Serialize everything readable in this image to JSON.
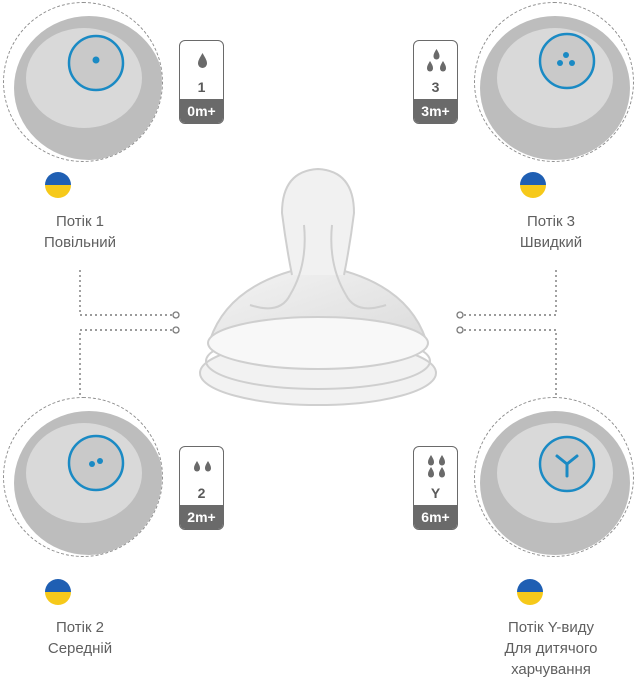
{
  "flows": [
    {
      "flow_label": "Потік 1",
      "speed_label": "Повільний",
      "badge_number": "1",
      "badge_age": "0m+",
      "drops": 1
    },
    {
      "flow_label": "Потік 3",
      "speed_label": "Швидкий",
      "badge_number": "3",
      "badge_age": "3m+",
      "drops": 3
    },
    {
      "flow_label": "Потік 2",
      "speed_label": "Середній",
      "badge_number": "2",
      "badge_age": "2m+",
      "drops": 2
    },
    {
      "flow_label": "Потік Y-виду",
      "speed_label": "Для дитячого",
      "speed_label_2": "харчування",
      "badge_number": "Y",
      "badge_age": "6m+",
      "drops": 4
    }
  ],
  "colors": {
    "accent_ring": "#1a8ac4",
    "badge_gray": "#6a6a6a",
    "flag_blue": "#1f5fb3",
    "flag_yellow": "#f6c91a",
    "text": "#5f5f5f"
  },
  "icons": [
    "drop-icon",
    "ukraine-flag-icon",
    "nipple-image"
  ]
}
